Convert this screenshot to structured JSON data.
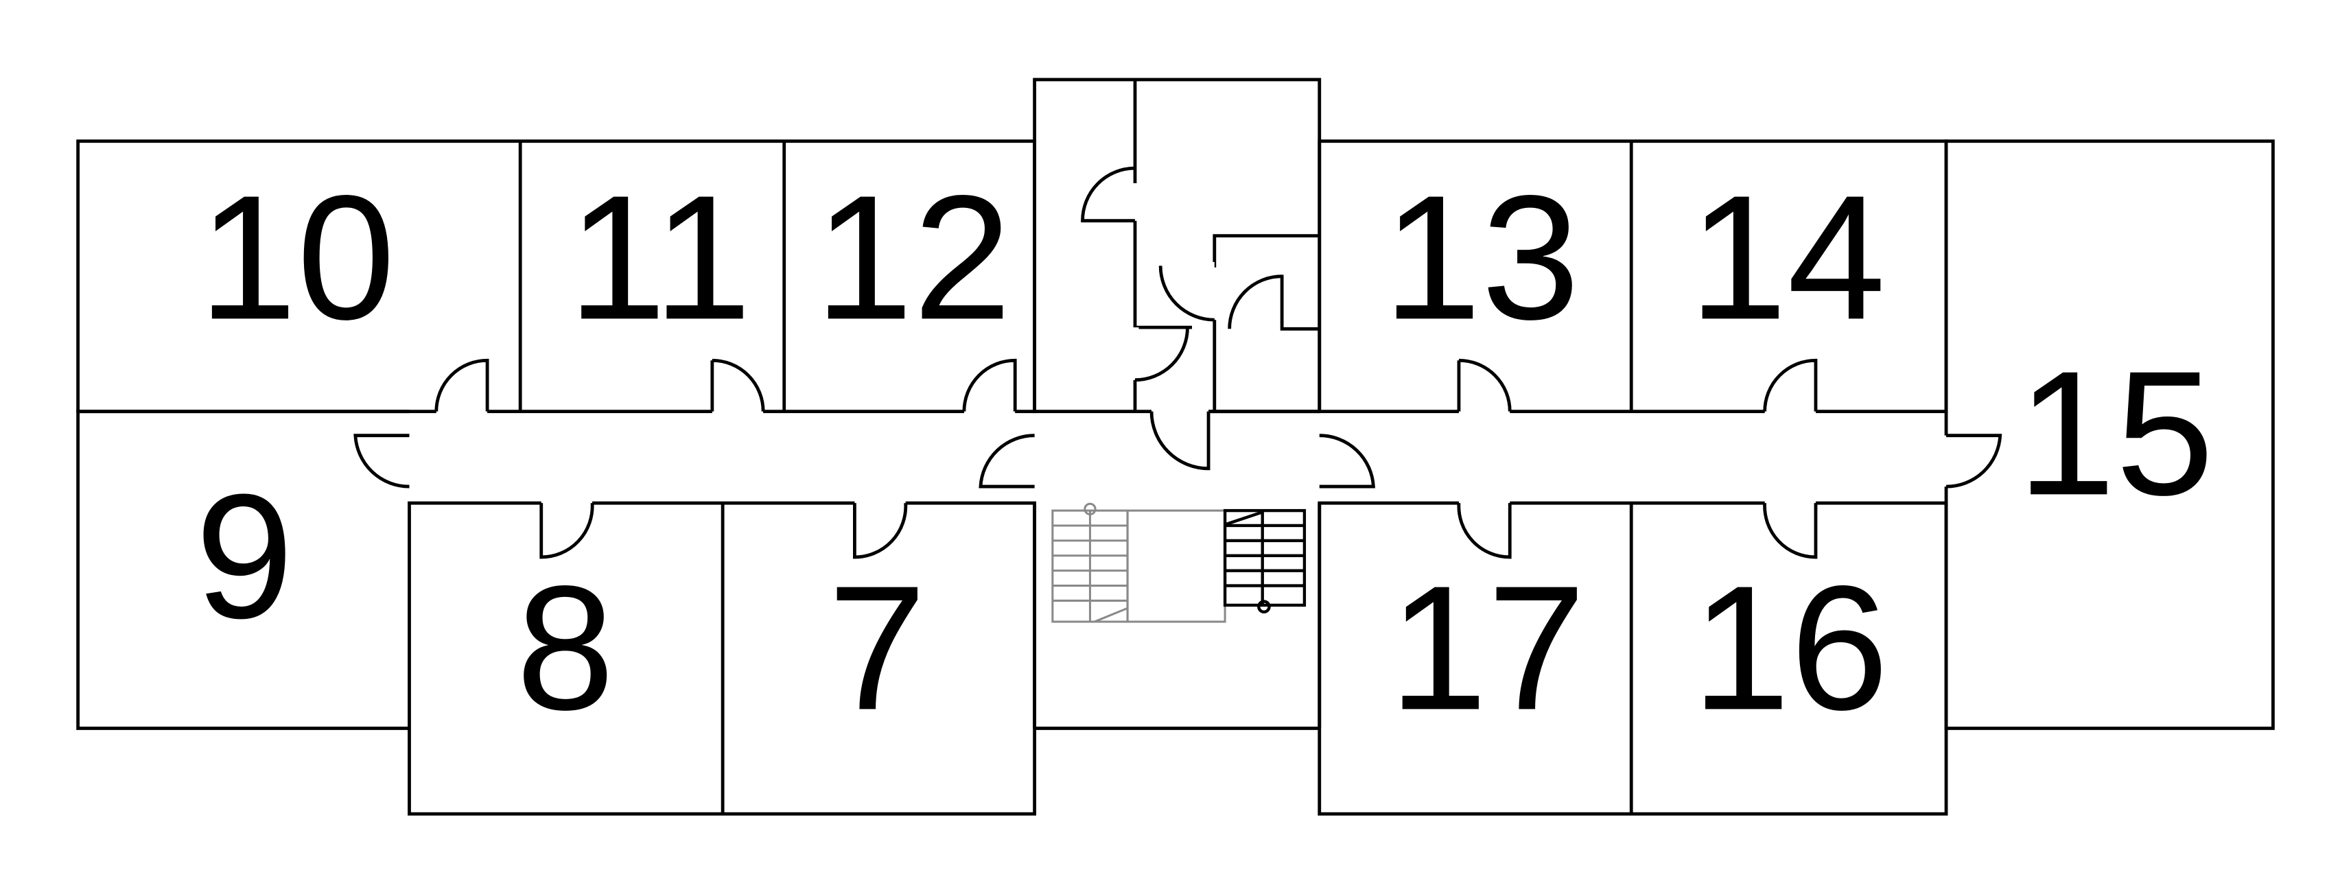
{
  "floor_plan": {
    "rooms": [
      {
        "id": "room-10",
        "number": "10"
      },
      {
        "id": "room-11",
        "number": "11"
      },
      {
        "id": "room-12",
        "number": "12"
      },
      {
        "id": "room-13",
        "number": "13"
      },
      {
        "id": "room-14",
        "number": "14"
      },
      {
        "id": "room-15",
        "number": "15"
      },
      {
        "id": "room-9",
        "number": "9"
      },
      {
        "id": "room-8",
        "number": "8"
      },
      {
        "id": "room-7",
        "number": "7"
      },
      {
        "id": "room-17",
        "number": "17"
      },
      {
        "id": "room-16",
        "number": "16"
      }
    ]
  }
}
